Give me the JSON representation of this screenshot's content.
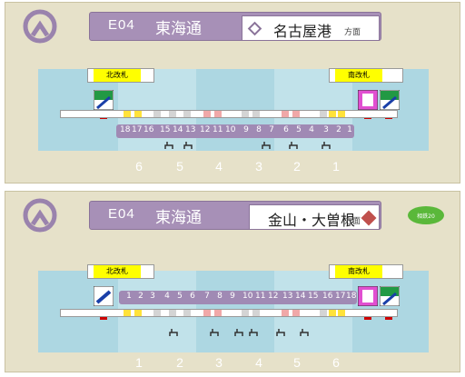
{
  "top": {
    "line_code": "E04",
    "line_name": "東海通",
    "direction": "名古屋港",
    "direction_suffix": "方面",
    "gate_left": "北改札",
    "gate_right": "南改札",
    "door_numbers": [
      "18",
      "17",
      "16",
      "15",
      "14",
      "13",
      "12",
      "11",
      "10",
      "9",
      "8",
      "7",
      "6",
      "5",
      "4",
      "3",
      "2",
      "1"
    ],
    "car_numbers": [
      "6",
      "5",
      "4",
      "3",
      "2",
      "1"
    ]
  },
  "bottom": {
    "line_code": "E04",
    "line_name": "東海通",
    "direction": "金山・大曽根",
    "direction_suffix": "方面",
    "gate_left": "北改札",
    "gate_right": "南改札",
    "door_numbers": [
      "1",
      "2",
      "3",
      "4",
      "5",
      "6",
      "7",
      "8",
      "9",
      "10",
      "11",
      "12",
      "13",
      "14",
      "15",
      "16",
      "17",
      "18"
    ],
    "car_numbers": [
      "1",
      "2",
      "3",
      "4",
      "5",
      "6"
    ],
    "badge": "相鉄20"
  },
  "colors": {
    "line": "#a790b7",
    "zone_a": "#add7e2",
    "zone_b": "#c1e2ea",
    "panel": "#e6e1c9",
    "direction_marker": "#c0504d"
  },
  "icons": [
    "subway-logo-icon",
    "elevator-icon",
    "escalator-icon",
    "stairs-icon",
    "bench-icon"
  ]
}
